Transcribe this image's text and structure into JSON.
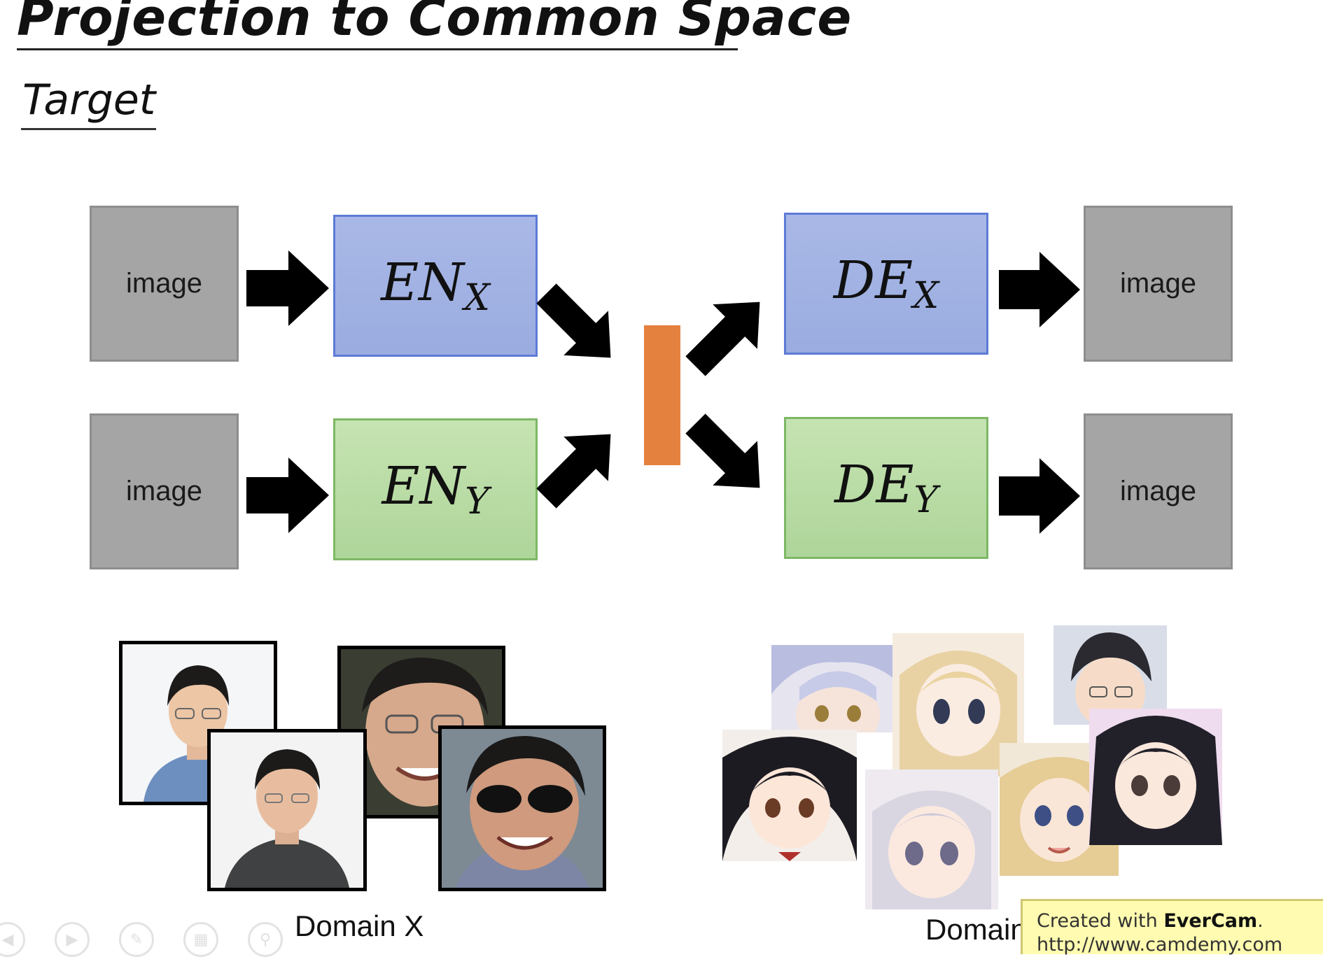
{
  "slide": {
    "title": "Projection to Common Space",
    "subtitle": "Target"
  },
  "diagram": {
    "image_label": "image",
    "encoder_x": {
      "base": "EN",
      "sub": "X"
    },
    "encoder_y": {
      "base": "EN",
      "sub": "Y"
    },
    "decoder_x": {
      "base": "DE",
      "sub": "X"
    },
    "decoder_y": {
      "base": "DE",
      "sub": "Y"
    },
    "colors": {
      "domain_x_fill": "#9aace0",
      "domain_y_fill": "#aed59a",
      "image_fill": "#a5a5a5",
      "latent_fill": "#e5813e"
    }
  },
  "domains": {
    "x_label": "Domain X",
    "y_label": "Domain Y"
  },
  "watermark": {
    "prefix": "Created with ",
    "brand": "EverCam",
    "suffix": ".",
    "url": "http://www.camdemy.com"
  },
  "player_controls": [
    "previous-icon",
    "play-icon",
    "pen-icon",
    "slides-icon",
    "zoom-icon"
  ]
}
